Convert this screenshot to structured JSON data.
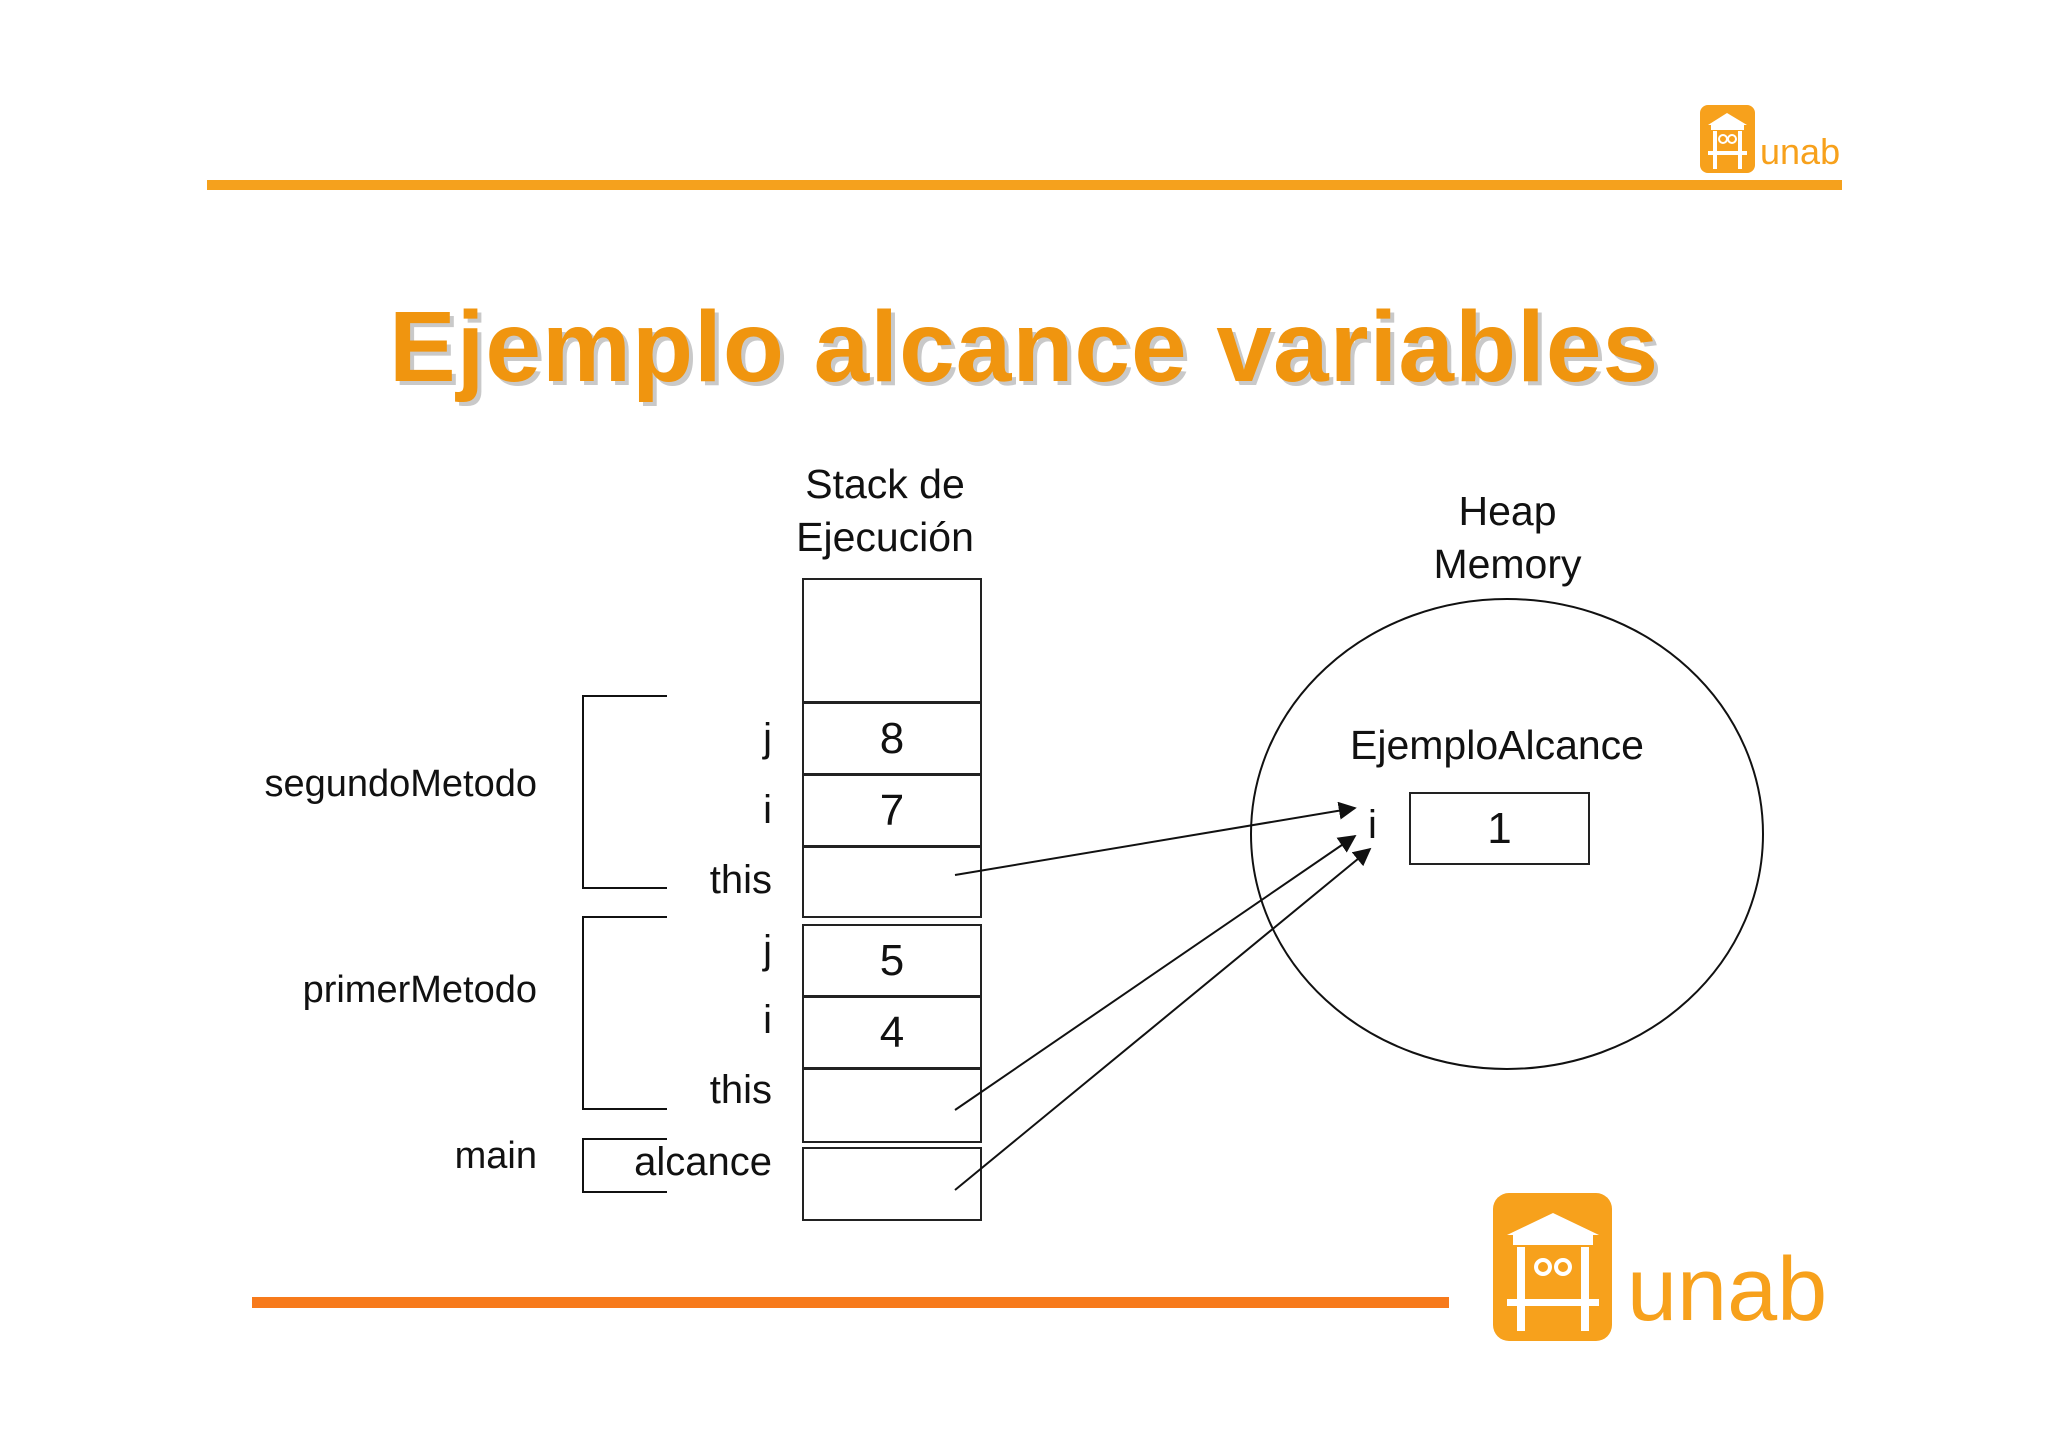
{
  "title": "Ejemplo alcance variables",
  "stack_header": [
    "Stack de",
    "Ejecución"
  ],
  "heap_header": [
    "Heap",
    "Memory"
  ],
  "frames": {
    "segundo": {
      "label": "segundoMetodo",
      "vars": [
        "j",
        "i",
        "this"
      ],
      "values": [
        "8",
        "7",
        ""
      ]
    },
    "primer": {
      "label": "primerMetodo",
      "vars": [
        "j",
        "i",
        "this"
      ],
      "values": [
        "5",
        "4",
        ""
      ]
    },
    "main": {
      "label": "main",
      "vars": [
        "alcance"
      ],
      "values": [
        ""
      ]
    }
  },
  "heap_object": {
    "class_name": "EjemploAlcance",
    "field_name": "i",
    "field_value": "1"
  },
  "logo": {
    "text": "unab"
  },
  "colors": {
    "accent": "#f5a11d",
    "title": "#f0950f",
    "bottom_rule": "#f77a1b",
    "logo": "#f7a11c"
  }
}
